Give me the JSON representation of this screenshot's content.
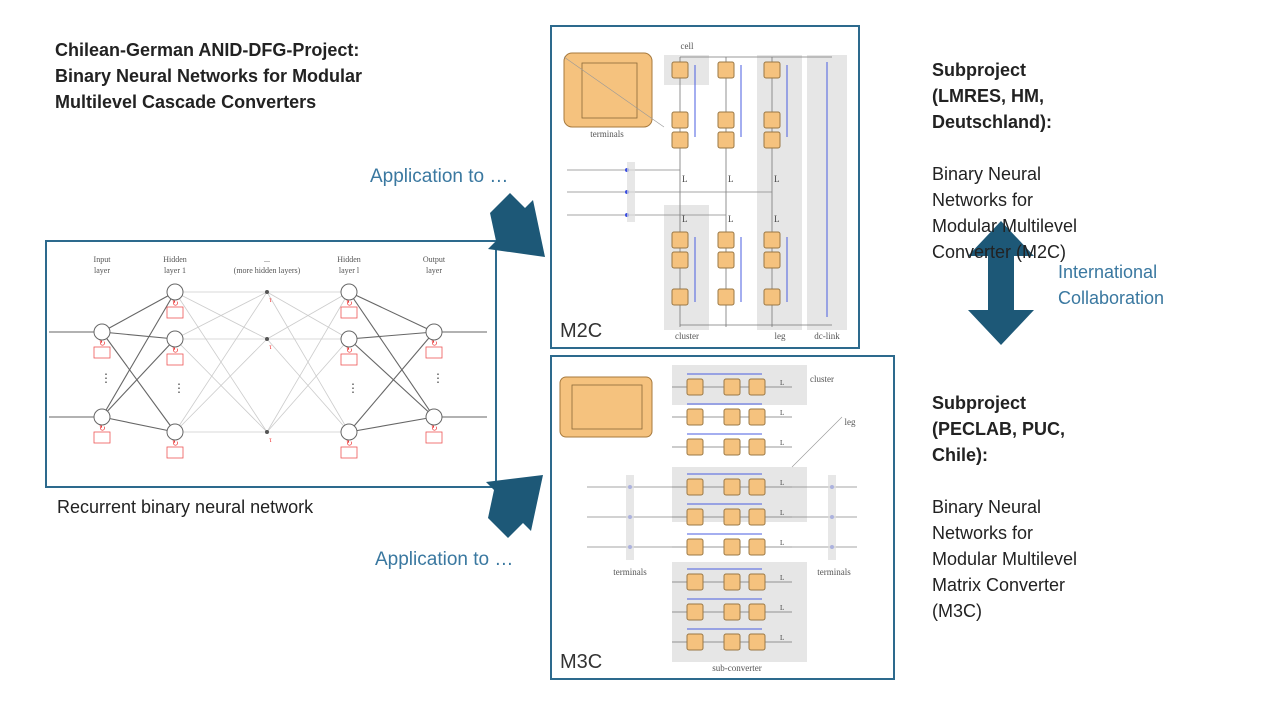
{
  "title": "Chilean-German ANID-DFG-Project:\nBinary Neural Networks for Modular\nMultilevel Cascade Converters",
  "neural_network": {
    "caption": "Recurrent binary neural network",
    "layers": [
      "Input\nlayer",
      "Hidden\nlayer 1",
      "...\n(more hidden layers)",
      "Hidden\nlayer l",
      "Output\nlayer"
    ]
  },
  "application_label_top": "Application to …",
  "application_label_bottom": "Application to …",
  "m2c": {
    "label": "M2C",
    "annotations": [
      "cell",
      "terminals",
      "cluster",
      "leg",
      "dc-link"
    ]
  },
  "m3c": {
    "label": "M3C",
    "annotations": [
      "cluster",
      "leg",
      "terminals",
      "terminals",
      "sub-converter"
    ]
  },
  "subproject_1": {
    "heading": "Subproject\n(LMRES, HM,\nDeutschland):",
    "body": "Binary Neural\nNetworks for\nModular Multilevel\nConverter (M2C)"
  },
  "subproject_2": {
    "heading": "Subproject\n(PECLAB, PUC,\nChile):",
    "body": "Binary Neural\nNetworks for\nModular Multilevel\nMatrix Converter\n(M3C)"
  },
  "collaboration_label": "International\nCollaboration",
  "colors": {
    "arrow": "#1d5877",
    "accent_text": "#3a78a0",
    "cell": "#f5c27e",
    "frame": "#2d6a8d"
  }
}
